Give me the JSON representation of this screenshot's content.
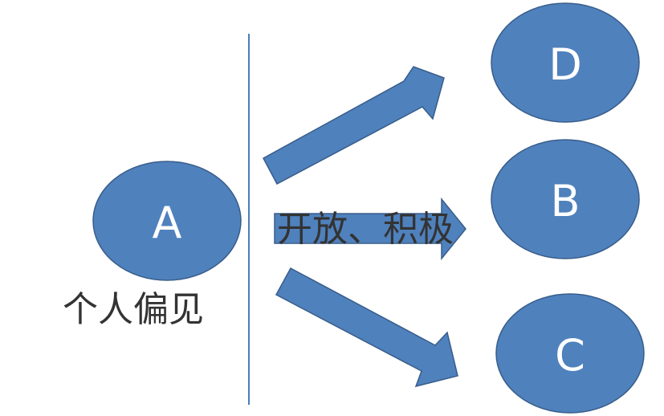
{
  "nodes": {
    "a": "A",
    "b": "B",
    "c": "C",
    "d": "D"
  },
  "captions": {
    "left": "个人偏见",
    "middle": "开放、积极"
  },
  "colors": {
    "fill": "#4f81bd",
    "stroke": "#385d8a",
    "divider": "#4a7ebb",
    "caption_text": "#333333",
    "node_text": "#ffffff"
  }
}
